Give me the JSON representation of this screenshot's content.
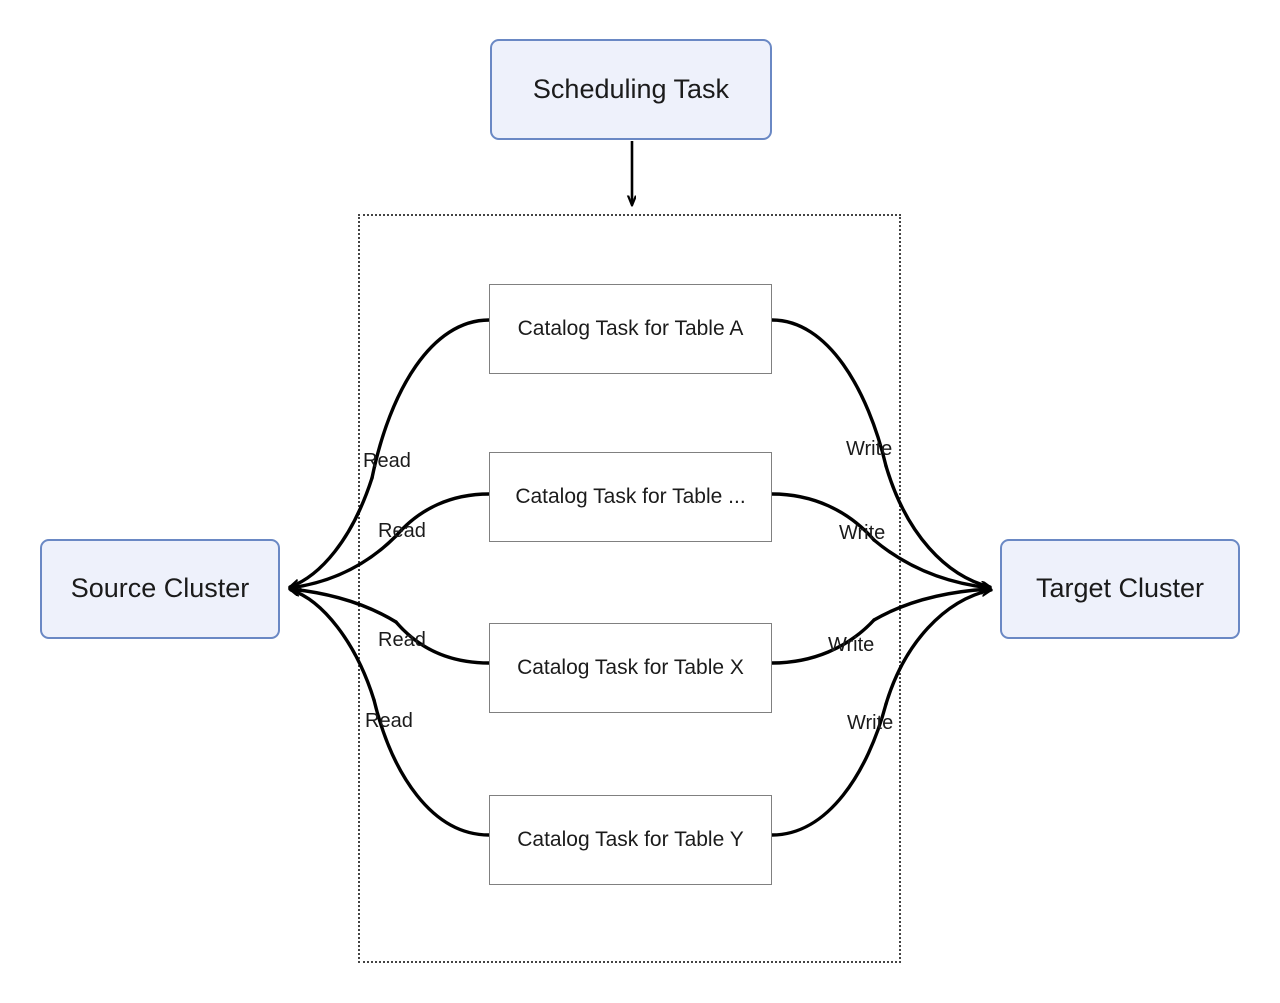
{
  "diagram": {
    "title_node": {
      "label": "Scheduling Task"
    },
    "source_node": {
      "label": "Source Cluster"
    },
    "target_node": {
      "label": "Target Cluster"
    },
    "group": {
      "label": ""
    },
    "tasks": [
      {
        "label": "Catalog Task for Table A"
      },
      {
        "label": "Catalog Task for Table ..."
      },
      {
        "label": "Catalog Task for Table X"
      },
      {
        "label": "Catalog Task for Table Y"
      }
    ],
    "read_labels": [
      {
        "label": "Read"
      },
      {
        "label": "Read"
      },
      {
        "label": "Read"
      },
      {
        "label": "Read"
      }
    ],
    "write_labels": [
      {
        "label": "Write"
      },
      {
        "label": "Write"
      },
      {
        "label": "Write"
      },
      {
        "label": "Write"
      }
    ],
    "colors": {
      "cluster_fill": "#eef1fb",
      "cluster_border": "#6a88c4",
      "task_border": "#808080",
      "task_fill": "#ffffff",
      "edge": "#000000",
      "group_border": "#444444",
      "background": "#ffffff"
    }
  }
}
